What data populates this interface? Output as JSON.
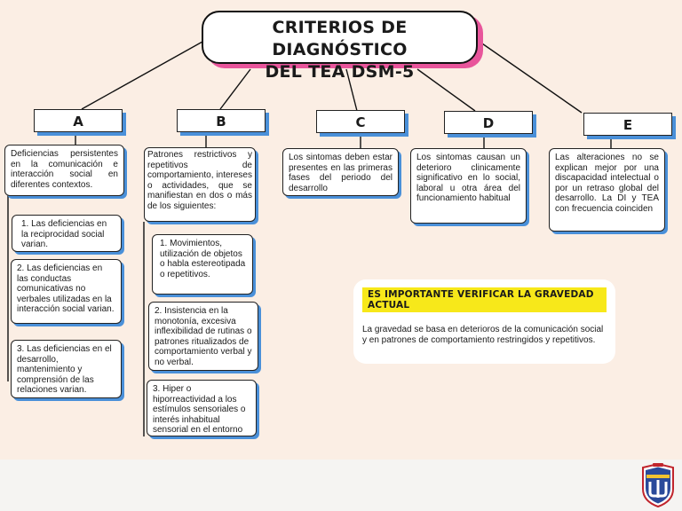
{
  "title": {
    "line1": "CRITERIOS DE DIAGNÓSTICO",
    "line2": "DEL TEA DSM-5"
  },
  "criteria": {
    "a": {
      "label": "A",
      "description": "Deficiencias persistentes en la comunicación e interacción social en diferentes contextos.",
      "items": [
        "1. Las deficiencias en la reciprocidad social varian.",
        "2. Las deficiencias en las conductas comunicativas no verbales utilizadas en la interacción social varian.",
        "3. Las deficiencias en el desarrollo, mantenimiento y comprensión de las relaciones varian."
      ]
    },
    "b": {
      "label": "B",
      "description": "Patrones restrictivos y repetitivos de comportamiento, intereses o actividades, que se manifiestan en dos o más de los siguientes:",
      "items": [
        "1. Movimientos, utilización de objetos o habla estereotipada o repetitivos.",
        "2. Insistencia en la monotonía, excesiva inflexibilidad de rutinas o patrones ritualizados de comportamiento verbal y no verbal.",
        "3. Hiper o hiporreactividad a los estímulos sensoriales o interés inhabitual sensorial en el entorno"
      ]
    },
    "c": {
      "label": "C",
      "description": "Los sintomas deben estar presentes en las primeras fases del periodo del desarrollo"
    },
    "d": {
      "label": "D",
      "description": "Los sintomas causan un deterioro clinicamente significativo en lo social, laboral u otra área del funcionamiento habitual"
    },
    "e": {
      "label": "E",
      "description": "Las alteraciones no se explican mejor por una discapacidad intelectual o por un retraso global del desarrollo. La DI y TEA con frecuencia coinciden"
    }
  },
  "note": {
    "title": "ES IMPORTANTE VERIFICAR LA GRAVEDAD ACTUAL",
    "body": "La gravedad se basa en deterioros de la comunicación social y en patrones de comportamiento restringidos y repetitivos."
  },
  "colors": {
    "background": "#fbeee4",
    "title_shadow": "#e8559b",
    "box_shadow": "#4a90d9",
    "highlight": "#f7e81a"
  },
  "logo": {
    "icon": "university-shield-icon"
  }
}
